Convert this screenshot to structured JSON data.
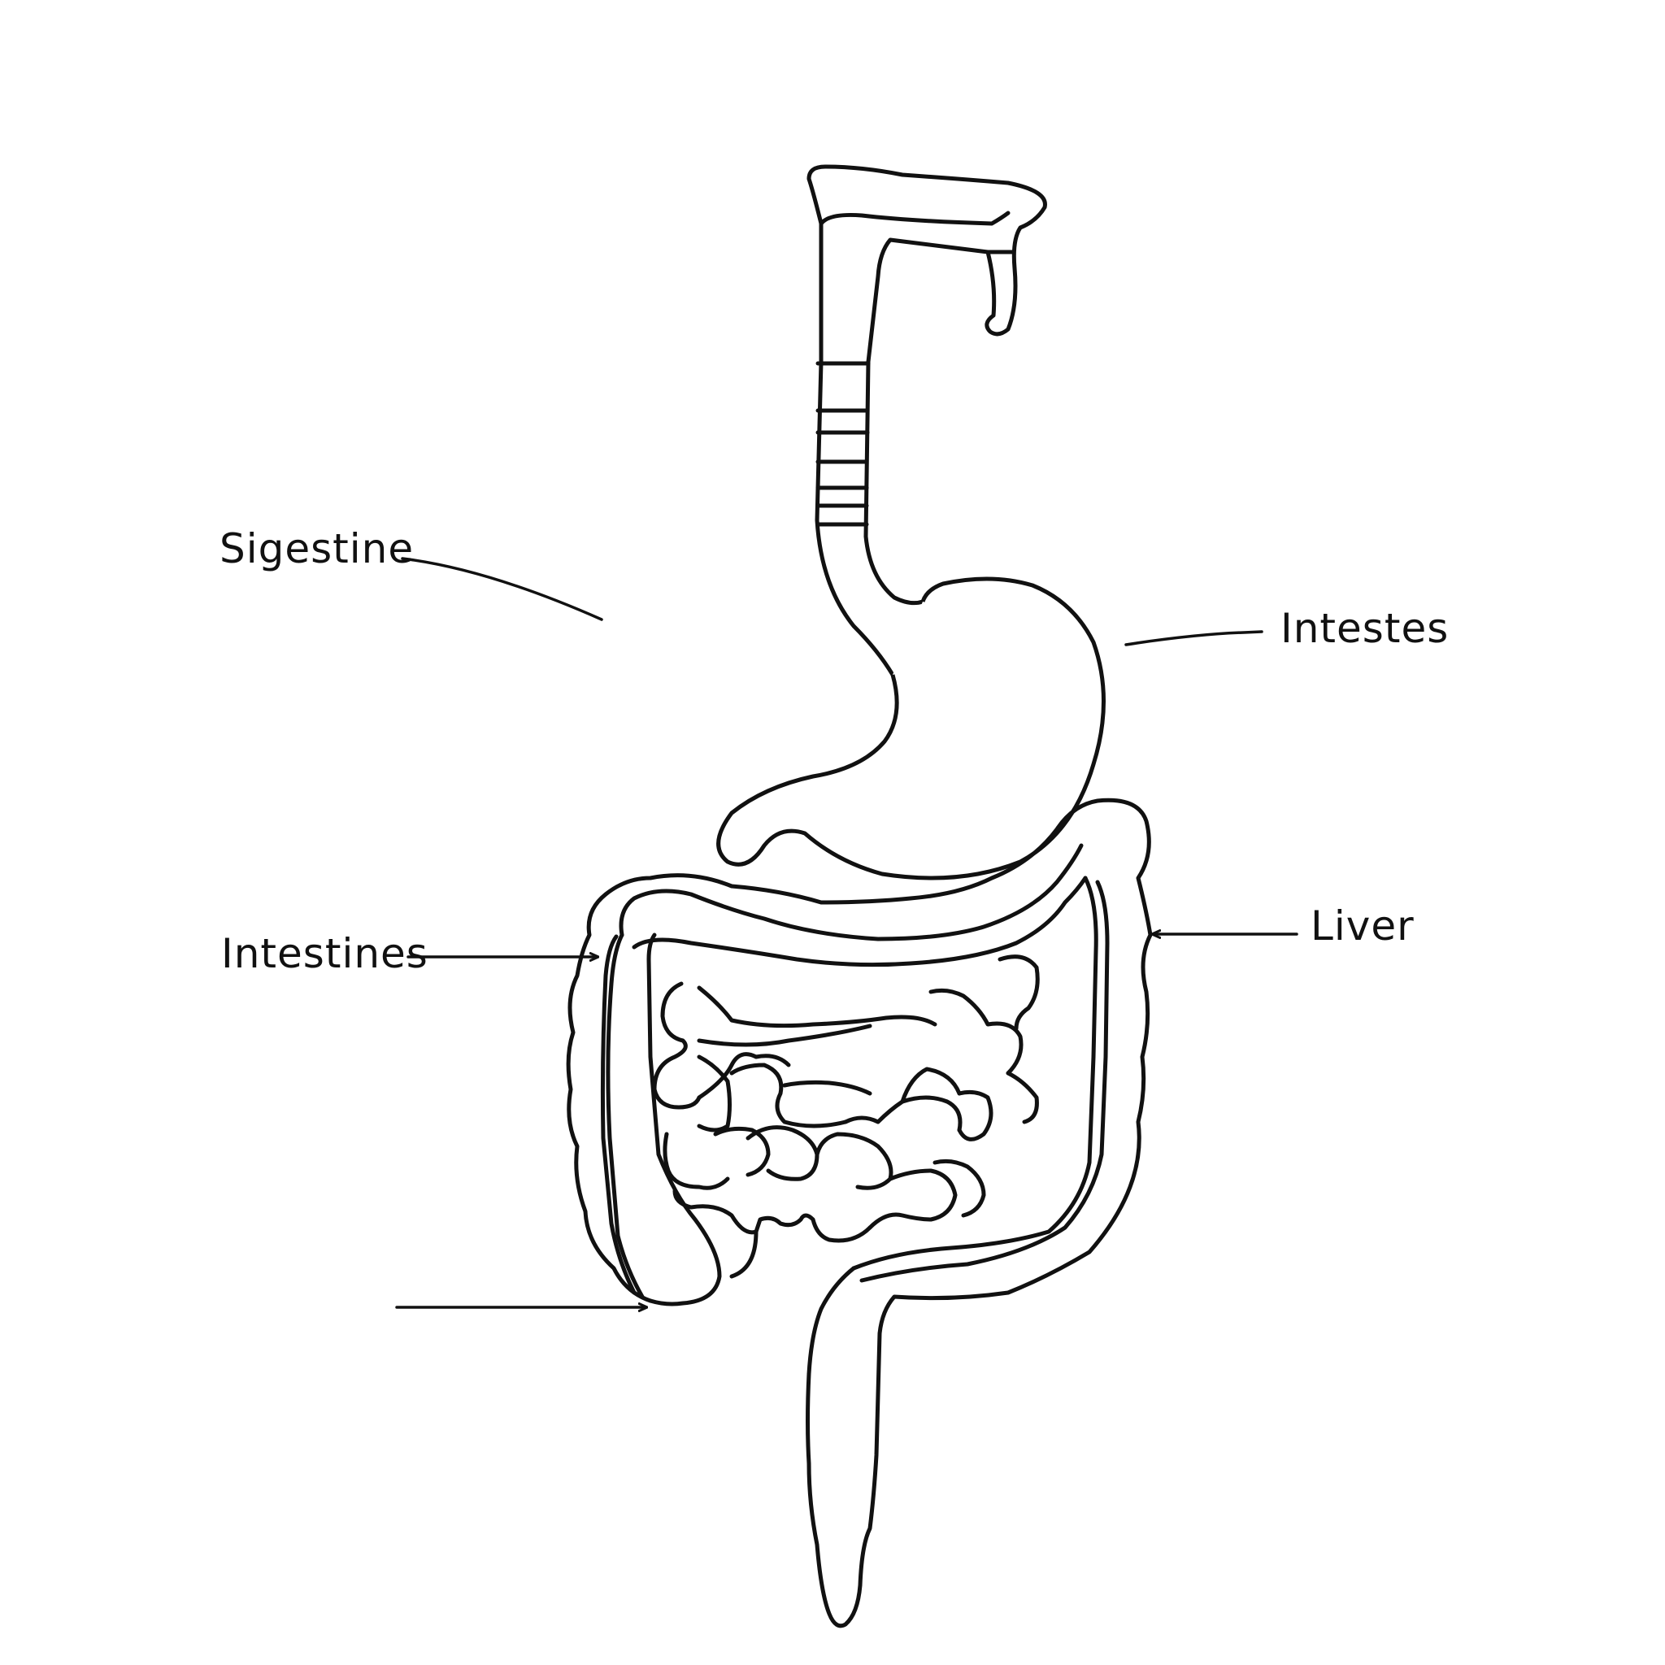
{
  "diagram": {
    "labels": {
      "top_left": "Sigestine",
      "top_right": "Intestes",
      "mid_left": "Intestines",
      "mid_right": "Liver",
      "bottom_left": ""
    }
  }
}
